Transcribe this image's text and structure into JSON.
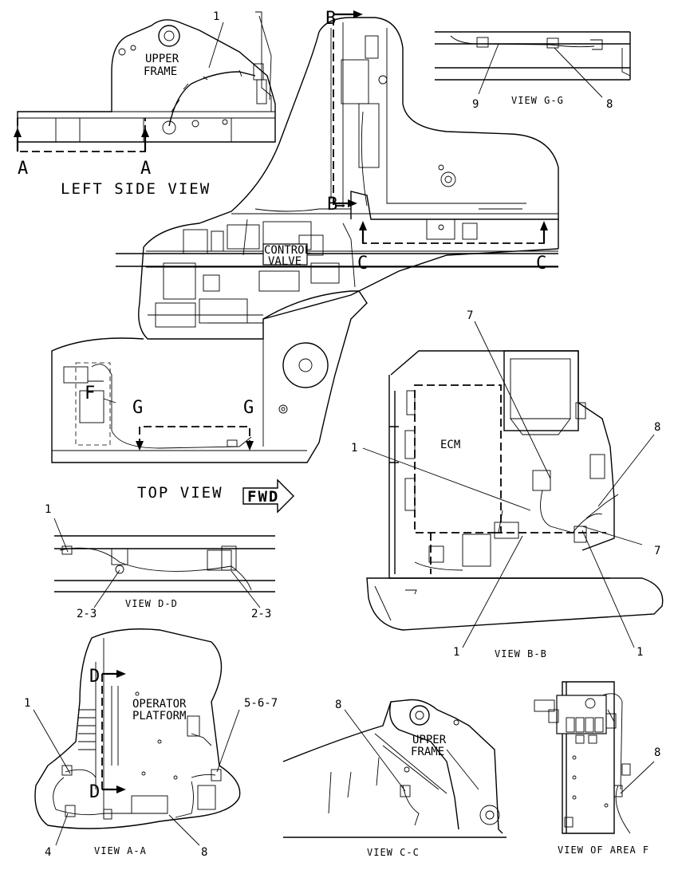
{
  "left_side_view": {
    "title": "LEFT SIDE VIEW",
    "frame_label_1": "UPPER",
    "frame_label_2": "FRAME",
    "callout_1": "1",
    "section_a_left": "A",
    "section_a_right": "A"
  },
  "top_view": {
    "title": "TOP VIEW",
    "fwd": "FWD",
    "control_label_1": "CONTROL",
    "control_label_2": "VALVE",
    "section_b_top": "B",
    "section_b_bottom": "B",
    "section_c_left": "C",
    "section_c_right": "C",
    "section_g_left": "G",
    "section_g_right": "G",
    "area_f": "F"
  },
  "view_g": {
    "title": "VIEW G-G",
    "callout_9": "9",
    "callout_8": "8"
  },
  "view_b": {
    "title": "VIEW B-B",
    "ecm": "ECM",
    "callout_7_top": "7",
    "callout_8": "8",
    "callout_1_left": "1",
    "callout_7_right": "7",
    "callout_1_bottom_left": "1",
    "callout_1_bottom_right": "1"
  },
  "view_d": {
    "title": "VIEW D-D",
    "callout_1": "1",
    "callout_23_left": "2-3",
    "callout_23_right": "2-3"
  },
  "view_a": {
    "title": "VIEW A-A",
    "platform_1": "OPERATOR",
    "platform_2": "PLATFORM",
    "section_d_top": "D",
    "section_d_bottom": "D",
    "callout_1": "1",
    "callout_567": "5-6-7",
    "callout_4": "4",
    "callout_8": "8"
  },
  "view_c": {
    "title": "VIEW C-C",
    "frame_1": "UPPER",
    "frame_2": "FRAME",
    "callout_8": "8"
  },
  "view_f": {
    "title": "VIEW OF AREA F",
    "callout_8": "8"
  }
}
